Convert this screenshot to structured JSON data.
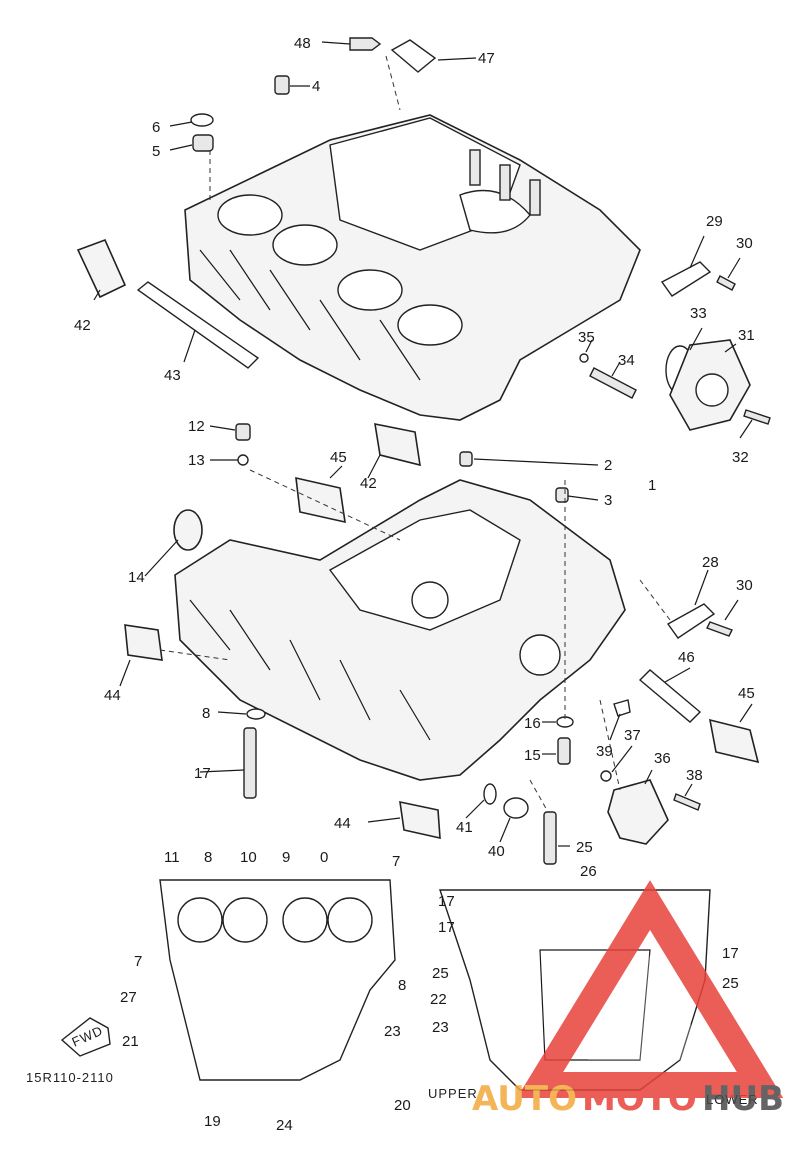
{
  "callouts": {
    "c48": "48",
    "c47": "47",
    "c4": "4",
    "c6": "6",
    "c5": "5",
    "c29": "29",
    "c30a": "30",
    "c42a": "42",
    "c43": "43",
    "c33": "33",
    "c35": "35",
    "c31": "31",
    "c34": "34",
    "c32": "32",
    "c12": "12",
    "c13": "13",
    "c45a": "45",
    "c42b": "42",
    "c2": "2",
    "c3": "3",
    "c1": "1",
    "c14": "14",
    "c28": "28",
    "c30b": "30",
    "c44a": "44",
    "c46": "46",
    "c45b": "45",
    "c8a": "8",
    "c16": "16",
    "c15": "15",
    "c39": "39",
    "c37": "37",
    "c36": "36",
    "c17a": "17",
    "c38": "38",
    "c44b": "44",
    "c41": "41",
    "c40": "40",
    "c25a": "25",
    "g11": "11",
    "g8a": "8",
    "g10a": "10",
    "g9": "9",
    "g10b": "0",
    "g7a": "7",
    "g7b": "7",
    "g27": "27",
    "g8b": "8",
    "g21": "21",
    "g23a": "23",
    "g20": "20",
    "g19": "19",
    "g24": "24",
    "g26": "26",
    "g17a": "17",
    "g17b": "17",
    "g17c": "17",
    "g25b": "25",
    "g25c": "25",
    "g22": "22",
    "g23b": "23"
  },
  "footer": {
    "code": "15R110-2110",
    "upper": "UPPER",
    "lower": "LOWER",
    "fwd": "FWD"
  },
  "watermark": {
    "part1": "AUTO",
    "part2": "MOTO",
    "part3": "HUB",
    "color_red": "#e8413a",
    "color_orange": "#f2a93b",
    "color_gray": "#4a4a4a"
  }
}
